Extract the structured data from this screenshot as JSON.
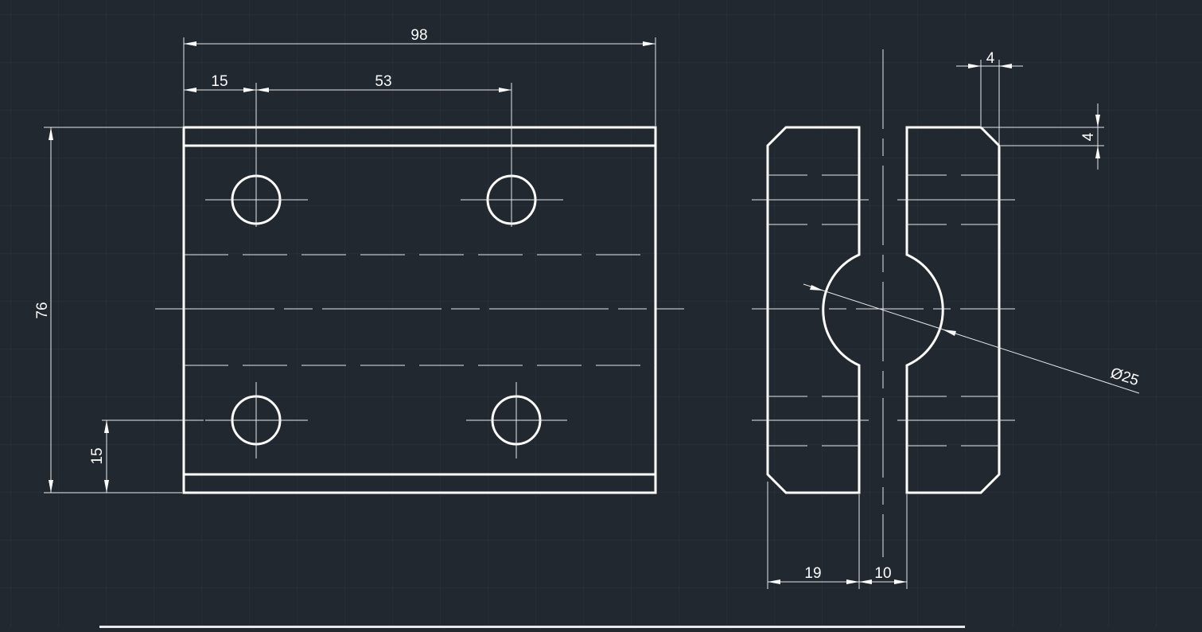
{
  "drawing": {
    "background_color": "#212830",
    "line_color": "#ffffff",
    "front_view": {
      "dimensions": {
        "overall_width": "98",
        "hole_offset_x": "15",
        "hole_spacing_x": "53",
        "overall_height": "76",
        "hole_offset_y": "15"
      }
    },
    "side_view": {
      "dimensions": {
        "chamfer_horizontal": "4",
        "chamfer_vertical": "4",
        "bore_diameter": "Ø25",
        "half_width": "19",
        "slot_width": "10"
      }
    }
  }
}
